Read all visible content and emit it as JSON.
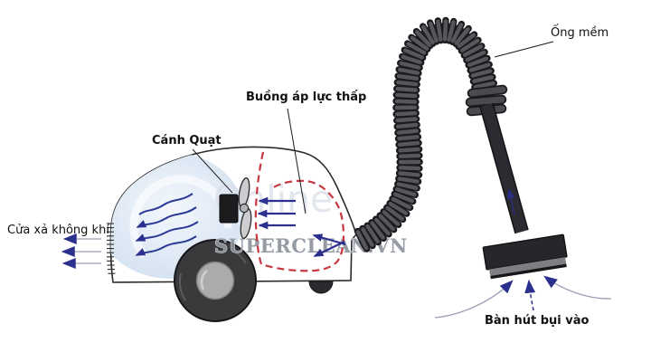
{
  "page": {
    "background": "#ffffff"
  },
  "labels": {
    "fan": {
      "text": "Cánh Quạt"
    },
    "chamber": {
      "text": "Buồng áp lực thấp"
    },
    "hose": {
      "text": "Ống mềm"
    },
    "exhaust": {
      "text": "Cửa xả không khí"
    },
    "head": {
      "text": "Bàn hút bụi vào"
    }
  },
  "watermarks": {
    "overlay": "Online",
    "brand": "SUPERCLEAN.VN"
  },
  "colors": {
    "arrow_navy": "#2b2f8e",
    "arrow_shaft_light": "#99a0b6",
    "chamber_dash_red": "#c63741",
    "body_outline": "#2b2b2b",
    "hose_rib_gray": "#56565b",
    "wand_dark": "#2b2b31",
    "wheel_dark": "#3a3a3d",
    "hub_gray": "#ababab",
    "wash_blue": "#dce7f4",
    "watermark_gray": "#8f949d"
  }
}
